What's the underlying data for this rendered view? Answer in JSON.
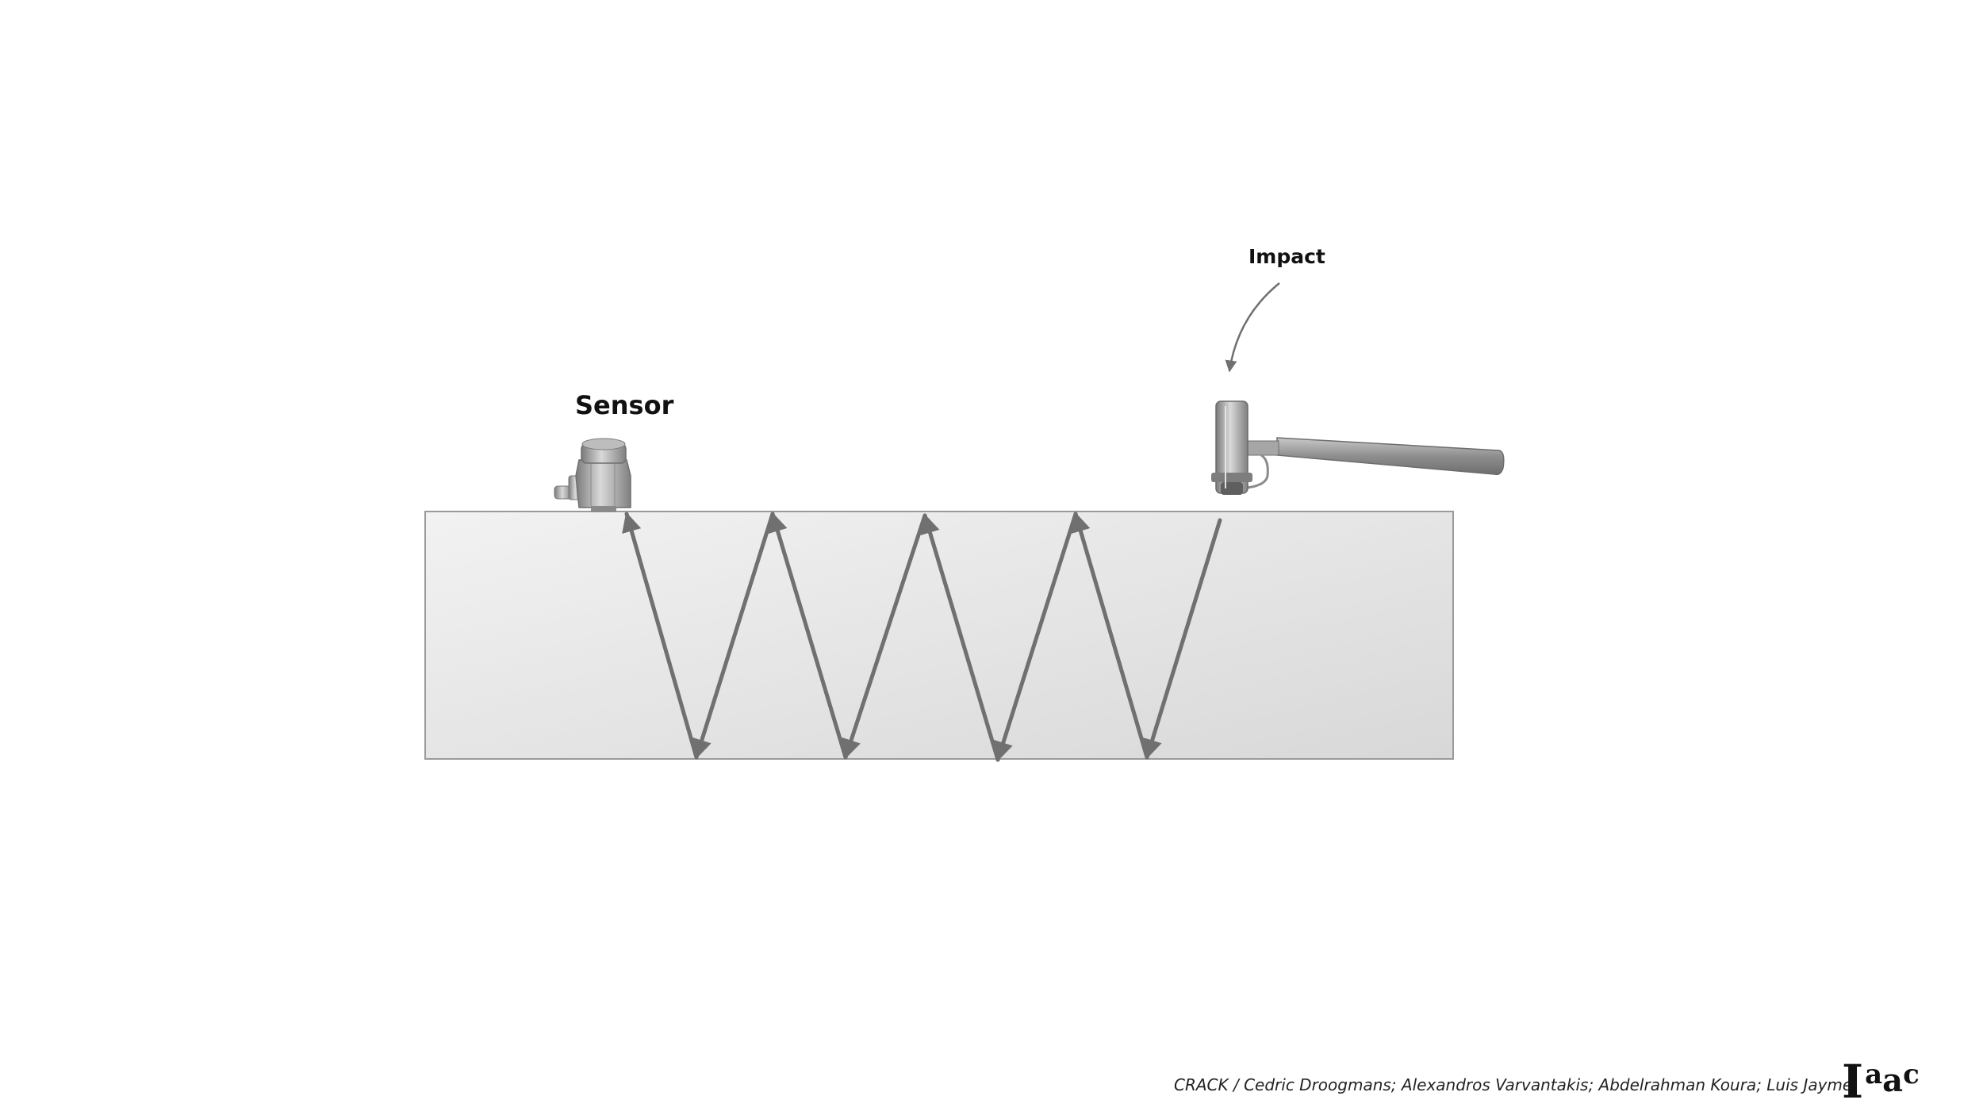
{
  "diagram": {
    "labels": {
      "sensor": "Sensor",
      "impact": "Impact"
    },
    "icons": [
      "sensor-icon",
      "hammer-icon"
    ],
    "colors": {
      "slab_fill": "#e8e8e8",
      "slab_border": "#9a9a9a",
      "wave_arrow": "#707070",
      "metal": "#9c9c9c"
    }
  },
  "footer": {
    "credit": "CRACK / Cedric Droogmans; Alexandros Varvantakis; Abdelrahman Koura; Luis Jayme",
    "logo_text": "Iaac"
  }
}
